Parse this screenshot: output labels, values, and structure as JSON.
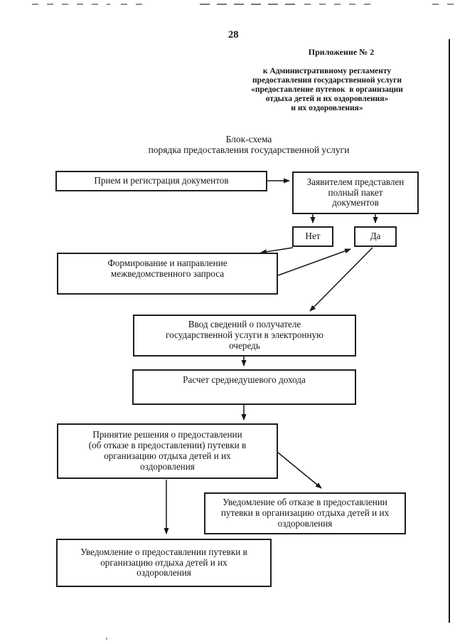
{
  "document": {
    "page_number": "28",
    "appendix_label": "Приложение № 2",
    "header_lines": [
      "к Административному регламенту",
      "предоставления государственной услуги",
      "«предоставление путевок  в организации",
      "отдыха детей и их оздоровления»",
      "и их оздоровления»"
    ],
    "title_lines": [
      "Блок-схема",
      "порядка предоставления государственной услуги"
    ]
  },
  "flowchart": {
    "nodes": {
      "priem": {
        "label": "Прием и регистрация документов"
      },
      "zayavitel": {
        "label": "Заявителем представлен\nполный пакет\nдокументов"
      },
      "net": {
        "label": "Нет"
      },
      "da": {
        "label": "Да"
      },
      "formirovanie": {
        "label": "Формирование и направление\nмежведомственного запроса"
      },
      "vvod": {
        "label": "Ввод сведений о получателе\nгосударственной услуги в электронную\nочередь"
      },
      "raschet": {
        "label": "Расчет среднедушевого дохода"
      },
      "prinyatie": {
        "label": "Принятие решения о предоставлении\n(об отказе в предоставлении) путевки в\nорганизацию отдыха детей и их\nоздоровления"
      },
      "uved_otkaz": {
        "label": "Уведомление об отказе в предоставлении\nпутевки в организацию отдыха детей и их\nоздоровления"
      },
      "uved_predost": {
        "label": "Уведомление о предоставлении путевки в\nорганизацию отдыха детей и их\nоздоровления"
      }
    },
    "edges": [
      {
        "from": "priem",
        "to": "zayavitel"
      },
      {
        "from": "zayavitel",
        "to": "net"
      },
      {
        "from": "zayavitel",
        "to": "da"
      },
      {
        "from": "net",
        "to": "formirovanie"
      },
      {
        "from": "formirovanie",
        "to": "da"
      },
      {
        "from": "da",
        "to": "vvod"
      },
      {
        "from": "vvod",
        "to": "raschet"
      },
      {
        "from": "raschet",
        "to": "prinyatie"
      },
      {
        "from": "prinyatie",
        "to": "uved_otkaz"
      },
      {
        "from": "prinyatie",
        "to": "uved_predost"
      }
    ],
    "colors": {
      "ink": "#151515",
      "paper": "#ffffff",
      "artifact_gray": "#8f8f8f"
    }
  }
}
